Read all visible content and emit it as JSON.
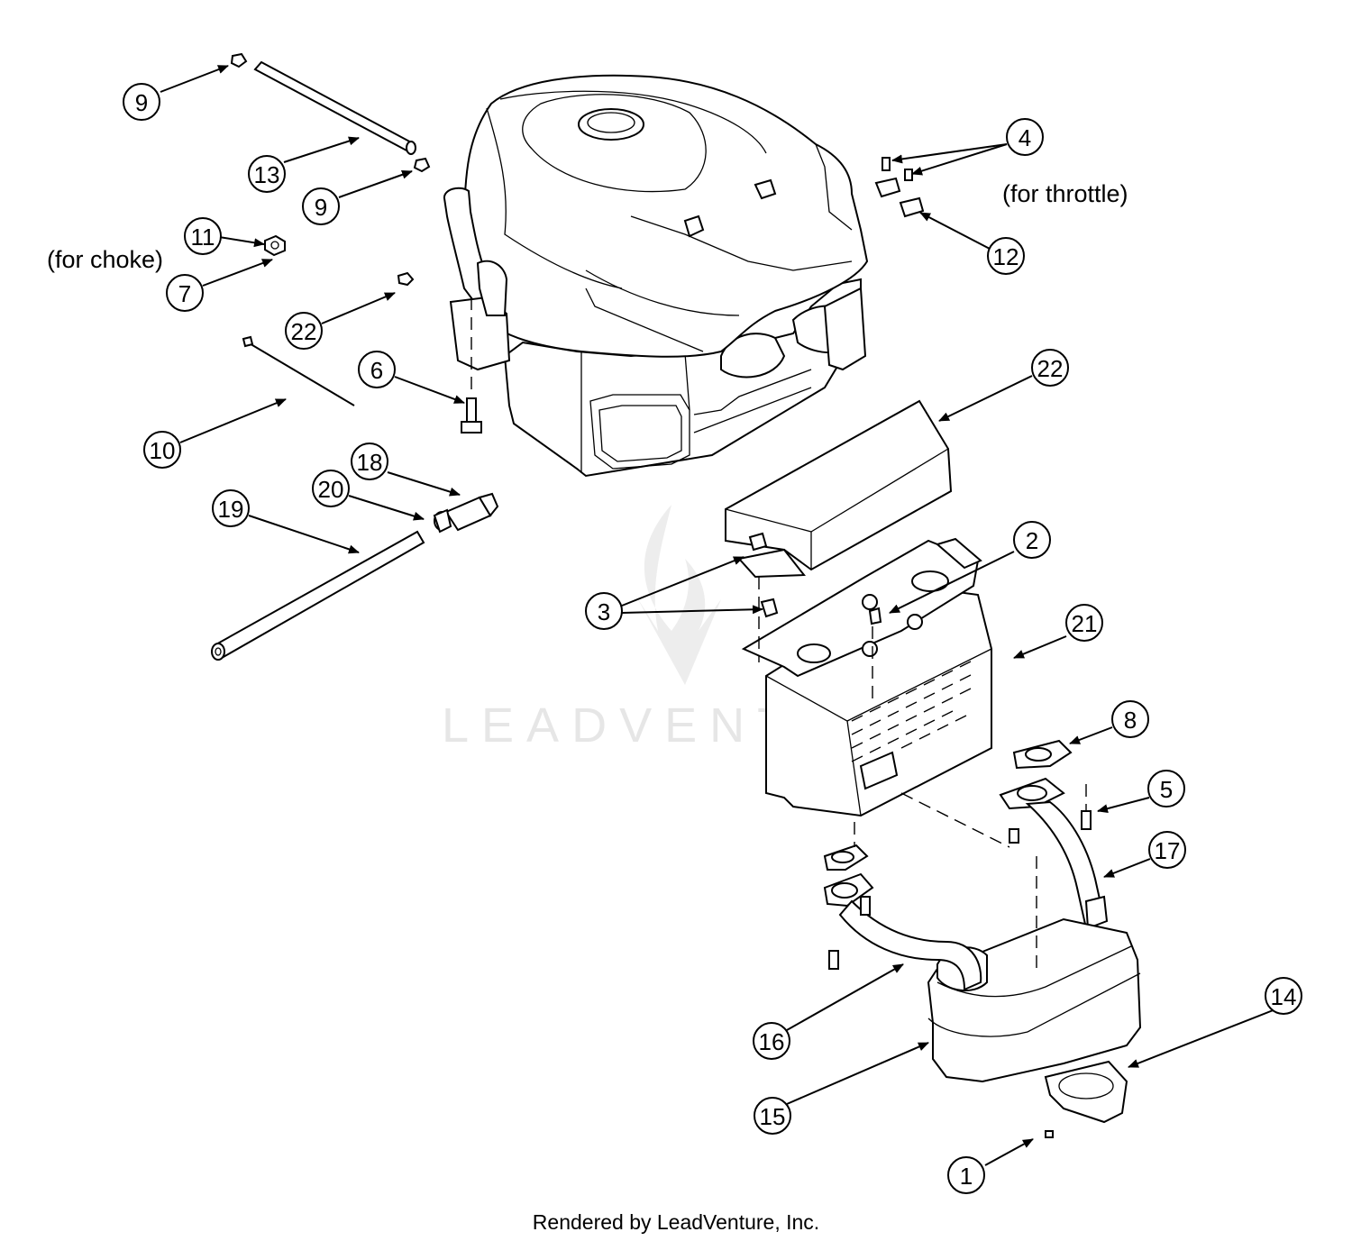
{
  "watermark": "LEADVENTURE",
  "footer": "Rendered by LeadVenture, Inc.",
  "notes": {
    "choke": "(for choke)",
    "throttle": "(for throttle)"
  },
  "callouts": [
    {
      "id": "c1",
      "label": "1"
    },
    {
      "id": "c2",
      "label": "2"
    },
    {
      "id": "c3",
      "label": "3"
    },
    {
      "id": "c4",
      "label": "4"
    },
    {
      "id": "c5",
      "label": "5"
    },
    {
      "id": "c6",
      "label": "6"
    },
    {
      "id": "c7",
      "label": "7"
    },
    {
      "id": "c8",
      "label": "8"
    },
    {
      "id": "c9a",
      "label": "9"
    },
    {
      "id": "c9b",
      "label": "9"
    },
    {
      "id": "c10",
      "label": "10"
    },
    {
      "id": "c11",
      "label": "11"
    },
    {
      "id": "c12",
      "label": "12"
    },
    {
      "id": "c13",
      "label": "13"
    },
    {
      "id": "c14",
      "label": "14"
    },
    {
      "id": "c15",
      "label": "15"
    },
    {
      "id": "c16",
      "label": "16"
    },
    {
      "id": "c17",
      "label": "17"
    },
    {
      "id": "c18",
      "label": "18"
    },
    {
      "id": "c19",
      "label": "19"
    },
    {
      "id": "c20",
      "label": "20"
    },
    {
      "id": "c21",
      "label": "21"
    },
    {
      "id": "c22a",
      "label": "22"
    },
    {
      "id": "c22b",
      "label": "22"
    }
  ]
}
